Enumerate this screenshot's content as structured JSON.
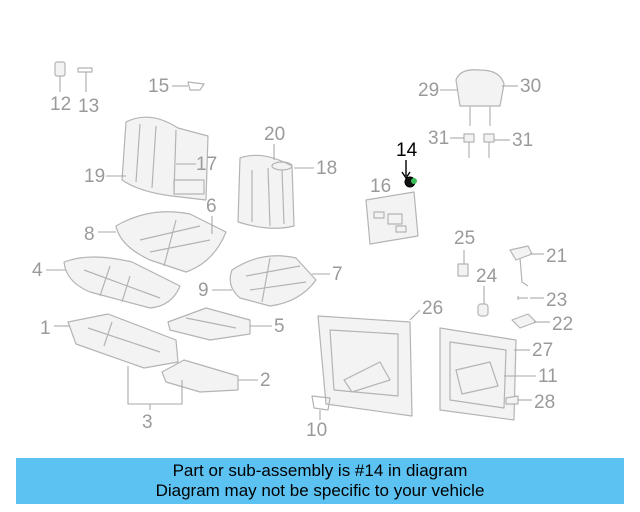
{
  "diagram": {
    "highlight_color": "#000000",
    "part_color": "#b4b4b4",
    "labels": {
      "l1": "1",
      "l2": "2",
      "l3": "3",
      "l4": "4",
      "l5": "5",
      "l6": "6",
      "l7": "7",
      "l8": "8",
      "l9": "9",
      "l10": "10",
      "l11": "11",
      "l12": "12",
      "l13": "13",
      "l14": "14",
      "l15": "15",
      "l16": "16",
      "l17": "17",
      "l18": "18",
      "l19": "19",
      "l20": "20",
      "l21": "21",
      "l22": "22",
      "l23": "23",
      "l24": "24",
      "l25": "25",
      "l26": "26",
      "l27": "27",
      "l28": "28",
      "l29": "29",
      "l30": "30",
      "l31a": "31",
      "l31b": "31"
    }
  },
  "banner": {
    "background": "#5bc2f2",
    "line1": "Part or sub-assembly is #14 in diagram",
    "line2": "Diagram may not be specific to your vehicle"
  }
}
